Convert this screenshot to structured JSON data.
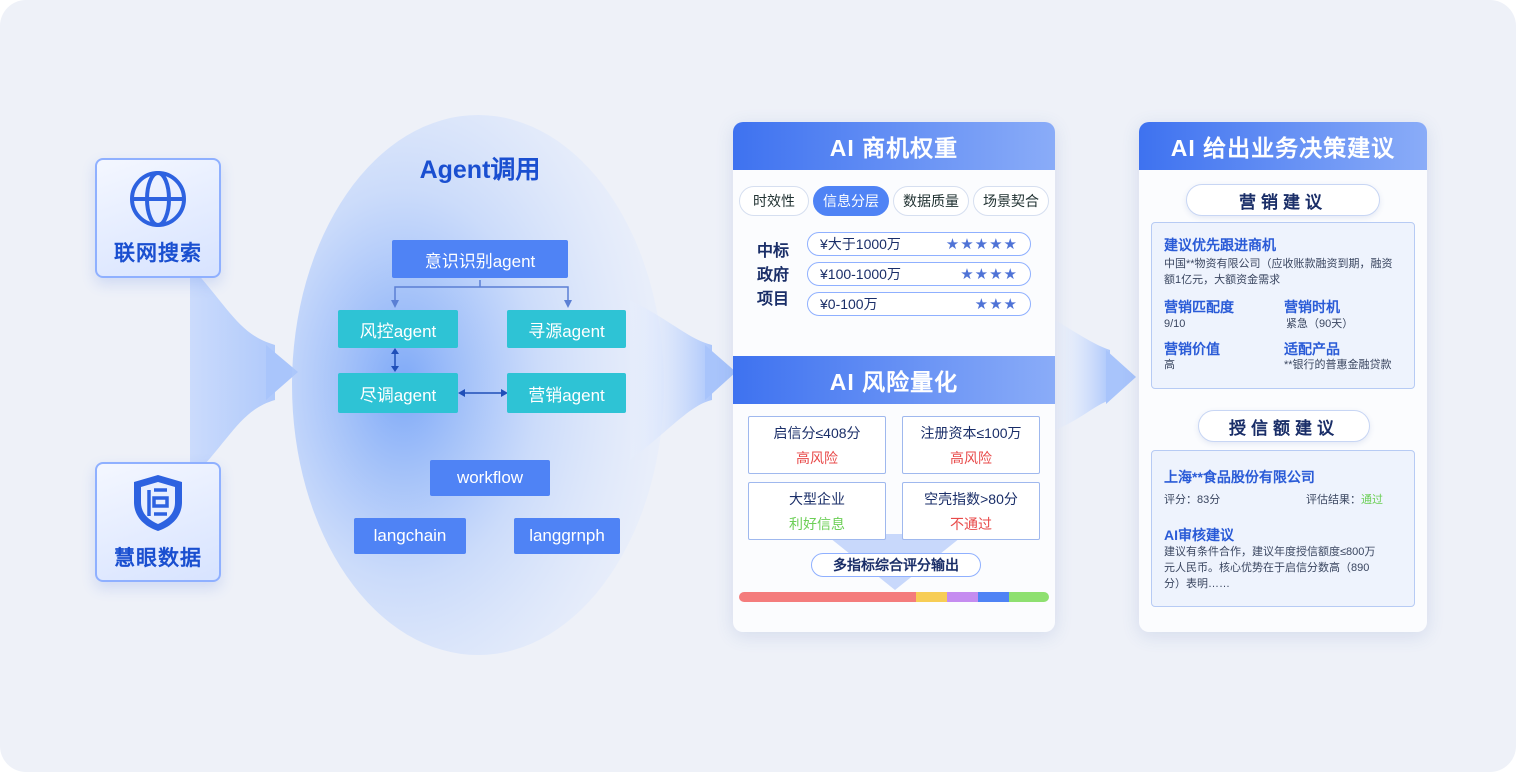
{
  "sources": [
    {
      "label": "联网搜索",
      "icon": "globe-icon"
    },
    {
      "label": "慧眼数据",
      "icon": "shield-icon"
    }
  ],
  "agent": {
    "title": "Agent调用",
    "intent": "意识识别agent",
    "risk": "风控agent",
    "sourcing": "寻源agent",
    "due_diligence": "尽调agent",
    "marketing": "营销agent",
    "tools": [
      "workflow",
      "langchain",
      "langgrnph"
    ]
  },
  "weight_panel": {
    "title": "AI 商机权重",
    "tabs": [
      {
        "label": "时效性",
        "active": false
      },
      {
        "label": "信息分层",
        "active": true
      },
      {
        "label": "数据质量",
        "active": false
      },
      {
        "label": "场景契合",
        "active": false
      }
    ],
    "row_label": [
      "中标",
      "政府",
      "项目"
    ],
    "rows": [
      {
        "range": "¥大于1000万",
        "stars": "★★★★★"
      },
      {
        "range": "¥100-1000万",
        "stars": "★★★★"
      },
      {
        "range": "¥0-100万",
        "stars": "★★★"
      }
    ]
  },
  "risk_panel": {
    "title": "AI 风险量化",
    "cards": [
      {
        "label": "启信分≤408分",
        "result": "高风险",
        "tone": "red"
      },
      {
        "label": "注册资本≤100万",
        "result": "高风险",
        "tone": "red"
      },
      {
        "label": "大型企业",
        "result": "利好信息",
        "tone": "green"
      },
      {
        "label": "空壳指数>80分",
        "result": "不通过",
        "tone": "red"
      }
    ],
    "summary": "多指标综合评分输出",
    "score_bar": [
      {
        "color": "#f47c7c",
        "share": 0.57
      },
      {
        "color": "#f7cd55",
        "share": 0.1
      },
      {
        "color": "#c58cf0",
        "share": 0.1
      },
      {
        "color": "#4f83f5",
        "share": 0.1
      },
      {
        "color": "#8ee070",
        "share": 0.13
      }
    ]
  },
  "decision_panel": {
    "title": "AI 给出业务决策建议",
    "marketing": {
      "heading": "营销建议",
      "title": "建议优先跟进商机",
      "desc_line1": "中国**物资有限公司（应收账款融资到期，融资",
      "desc_line2": "额1亿元，大额资金需求",
      "match_label": "营销匹配度",
      "match_value": "9/10",
      "timing_label": "营销时机",
      "timing_value": "紧急（90天）",
      "value_label": "营销价值",
      "value_value": "高",
      "product_label": "适配产品",
      "product_value": "**银行的普惠金融贷款"
    },
    "credit": {
      "heading": "授信额建议",
      "company": "上海**食品股份有限公司",
      "score": "评分：83分",
      "result_label": "评估结果：",
      "result_value": "通过",
      "review_title": "AI审核建议",
      "review_line1": "建议有条件合作，建议年度授信额度≤800万",
      "review_line2": "元人民币。核心优势在于启信分数高（890",
      "review_line3": "分）表明……"
    }
  }
}
